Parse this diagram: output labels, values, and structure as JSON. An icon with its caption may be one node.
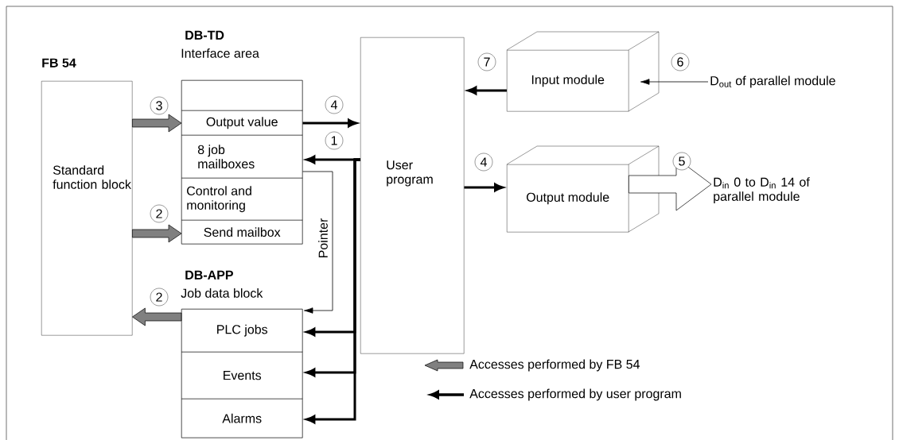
{
  "diagram": {
    "nodes": [
      {
        "text": [
          "FB 54",
          "Standard function block"
        ]
      },
      {
        "text": [
          "DB-TD",
          "Interface area"
        ]
      },
      {
        "text": [],
        "shape": "box",
        "in": 1
      },
      {
        "text": [
          "Output value"
        ],
        "in": 1
      },
      {
        "text": [
          "8 job mailboxes"
        ],
        "in": 1
      },
      {
        "text": [
          "Control and monitoring"
        ],
        "in": 1
      },
      {
        "text": [
          "Send mailbox"
        ],
        "in": 1
      },
      {
        "text": [
          "DB-APP",
          "Job data block"
        ]
      },
      {
        "text": [
          "PLC jobs"
        ],
        "in": 7
      },
      {
        "text": [
          "Events"
        ],
        "in": 7
      },
      {
        "text": [
          "Alarms"
        ],
        "in": 7
      },
      {
        "text": [
          "User program"
        ]
      },
      {
        "text": [
          "Input module"
        ]
      },
      {
        "text": [
          "Output module"
        ]
      },
      {
        "text": [
          "D$_{out}$ of parallel module"
        ]
      },
      {
        "text": [
          "D$_{in}$ 0 to D$_{in}$ 14 of parallel module"
        ]
      }
    ],
    "edges": [
      {
        "from": 0,
        "to": 3,
        "arrow": "to",
        "label": "3",
        "style": "thick",
        "color": "#808080"
      },
      {
        "from": 0,
        "to": 6,
        "arrow": "to",
        "label": "2",
        "style": "thick",
        "color": "#808080"
      },
      {
        "from": 8,
        "to": 0,
        "arrow": "to",
        "label": "2",
        "style": "thick",
        "color": "#808080"
      },
      {
        "from": 3,
        "to": 11,
        "arrow": "to",
        "label": "4"
      },
      {
        "from": 11,
        "to": 4,
        "arrow": "to",
        "label": "1"
      },
      {
        "from": 11,
        "to": 8,
        "arrow": "to"
      },
      {
        "from": 11,
        "to": 9,
        "arrow": "to"
      },
      {
        "from": 11,
        "to": 10,
        "arrow": "to"
      },
      {
        "from": 4,
        "to": 8,
        "arrow": "to",
        "label": "Pointer"
      },
      {
        "from": 12,
        "to": 11,
        "arrow": "to",
        "label": "7"
      },
      {
        "from": 11,
        "to": 13,
        "arrow": "to",
        "label": "4"
      },
      {
        "from": 14,
        "to": 12,
        "arrow": "to",
        "label": "6"
      },
      {
        "from": 13,
        "to": 15,
        "arrow": "to",
        "label": "5",
        "style": "thick",
        "color": "#ffffff"
      }
    ],
    "legend": [
      {
        "text": "Accesses performed by FB 54"
      },
      {
        "text": "Accesses performed by user program"
      }
    ]
  }
}
